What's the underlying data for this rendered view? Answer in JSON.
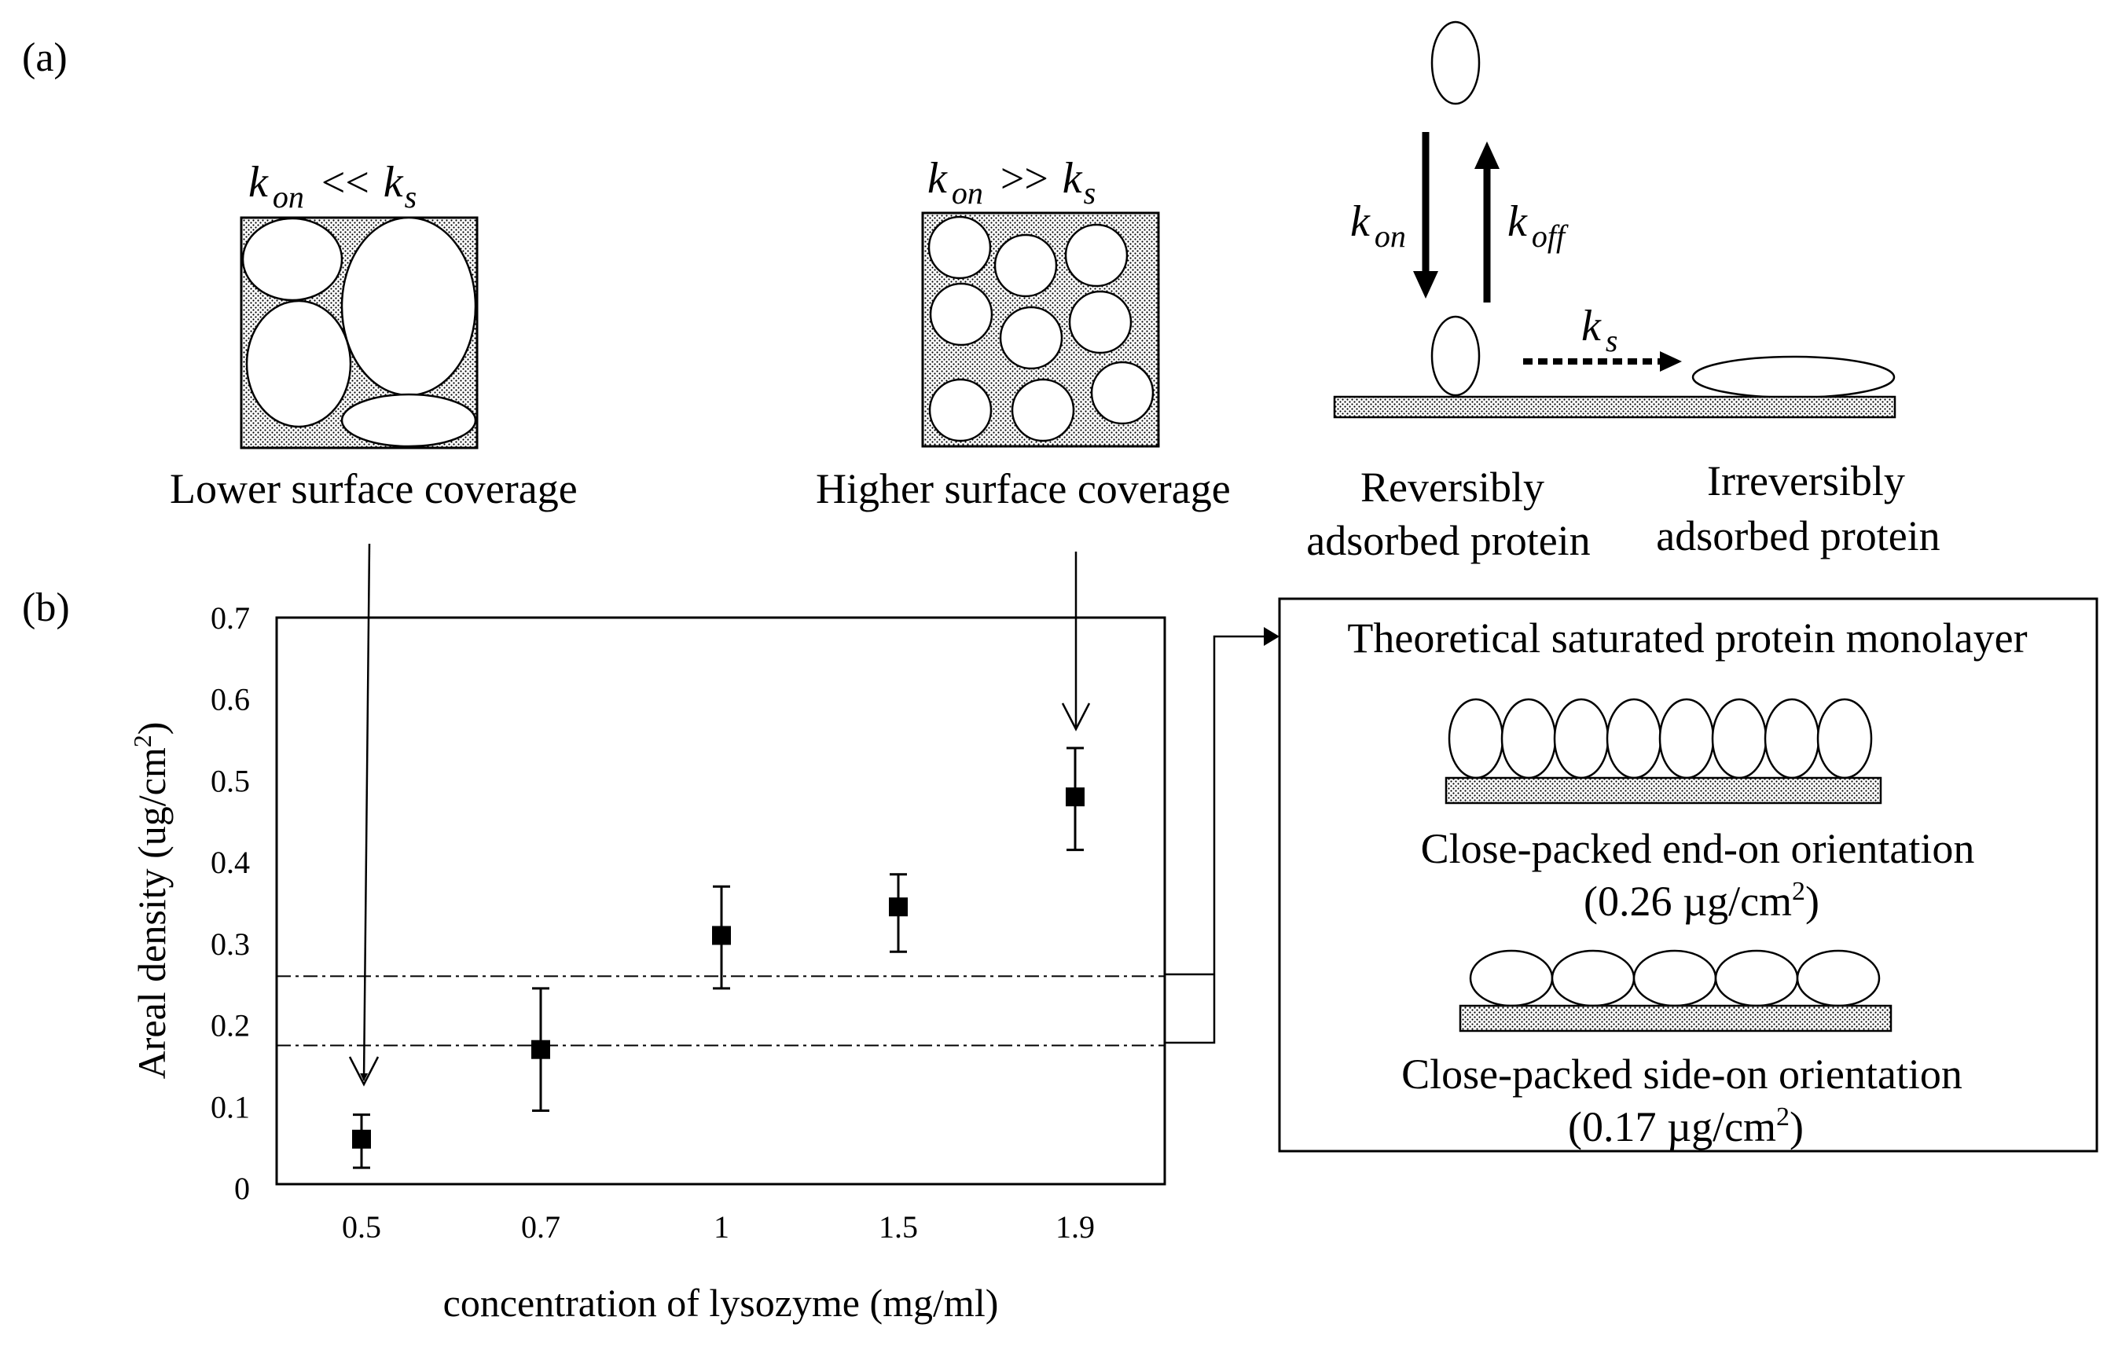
{
  "figure": {
    "panel_a_label": "(a)",
    "panel_b_label": "(b)",
    "low_box": {
      "k": "k",
      "k_sub": "on",
      "relation": "<<",
      "k2": "k",
      "k2_sub": "s",
      "caption": "Lower surface coverage"
    },
    "high_box": {
      "k": "k",
      "k_sub": "on",
      "relation": ">>",
      "k2": "k",
      "k2_sub": "s",
      "caption": "Higher surface coverage"
    },
    "kinetics": {
      "kon": "k",
      "kon_sub": "on",
      "koff": "k",
      "koff_sub": "off",
      "ks": "k",
      "ks_sub": "s",
      "reversible_line1": "Reversibly",
      "reversible_line2": "adsorbed protein",
      "irreversible_line1": "Irreversibly",
      "irreversible_line2": "adsorbed protein"
    },
    "monolayer": {
      "title": "Theoretical saturated protein monolayer",
      "end_on_label": "Close-packed end-on orientation",
      "end_on_value": "(0.26 µg/cm",
      "side_on_label": "Close-packed side-on orientation",
      "side_on_value": "(0.17 µg/cm",
      "sup": "2",
      "close_paren": ")"
    }
  },
  "chart_data": {
    "type": "scatter",
    "categories": [
      "0.5",
      "0.7",
      "1",
      "1.5",
      "1.9"
    ],
    "values": [
      0.06,
      0.17,
      0.31,
      0.345,
      0.48
    ],
    "error_low": [
      0.025,
      0.095,
      0.245,
      0.29,
      0.415
    ],
    "error_high": [
      0.09,
      0.245,
      0.37,
      0.385,
      0.54
    ],
    "xlabel": "concentration of lysozyme (mg/ml)",
    "ylabel": "Areal density (ug/cm",
    "ylabel_sup": "2",
    "ylabel_close": ")",
    "ylim": [
      0,
      0.7
    ],
    "yticks": [
      "0",
      "0.1",
      "0.2",
      "0.3",
      "0.4",
      "0.5",
      "0.6",
      "0.7"
    ],
    "reference_lines": [
      0.26,
      0.175
    ],
    "marker": "square",
    "grid": false
  }
}
